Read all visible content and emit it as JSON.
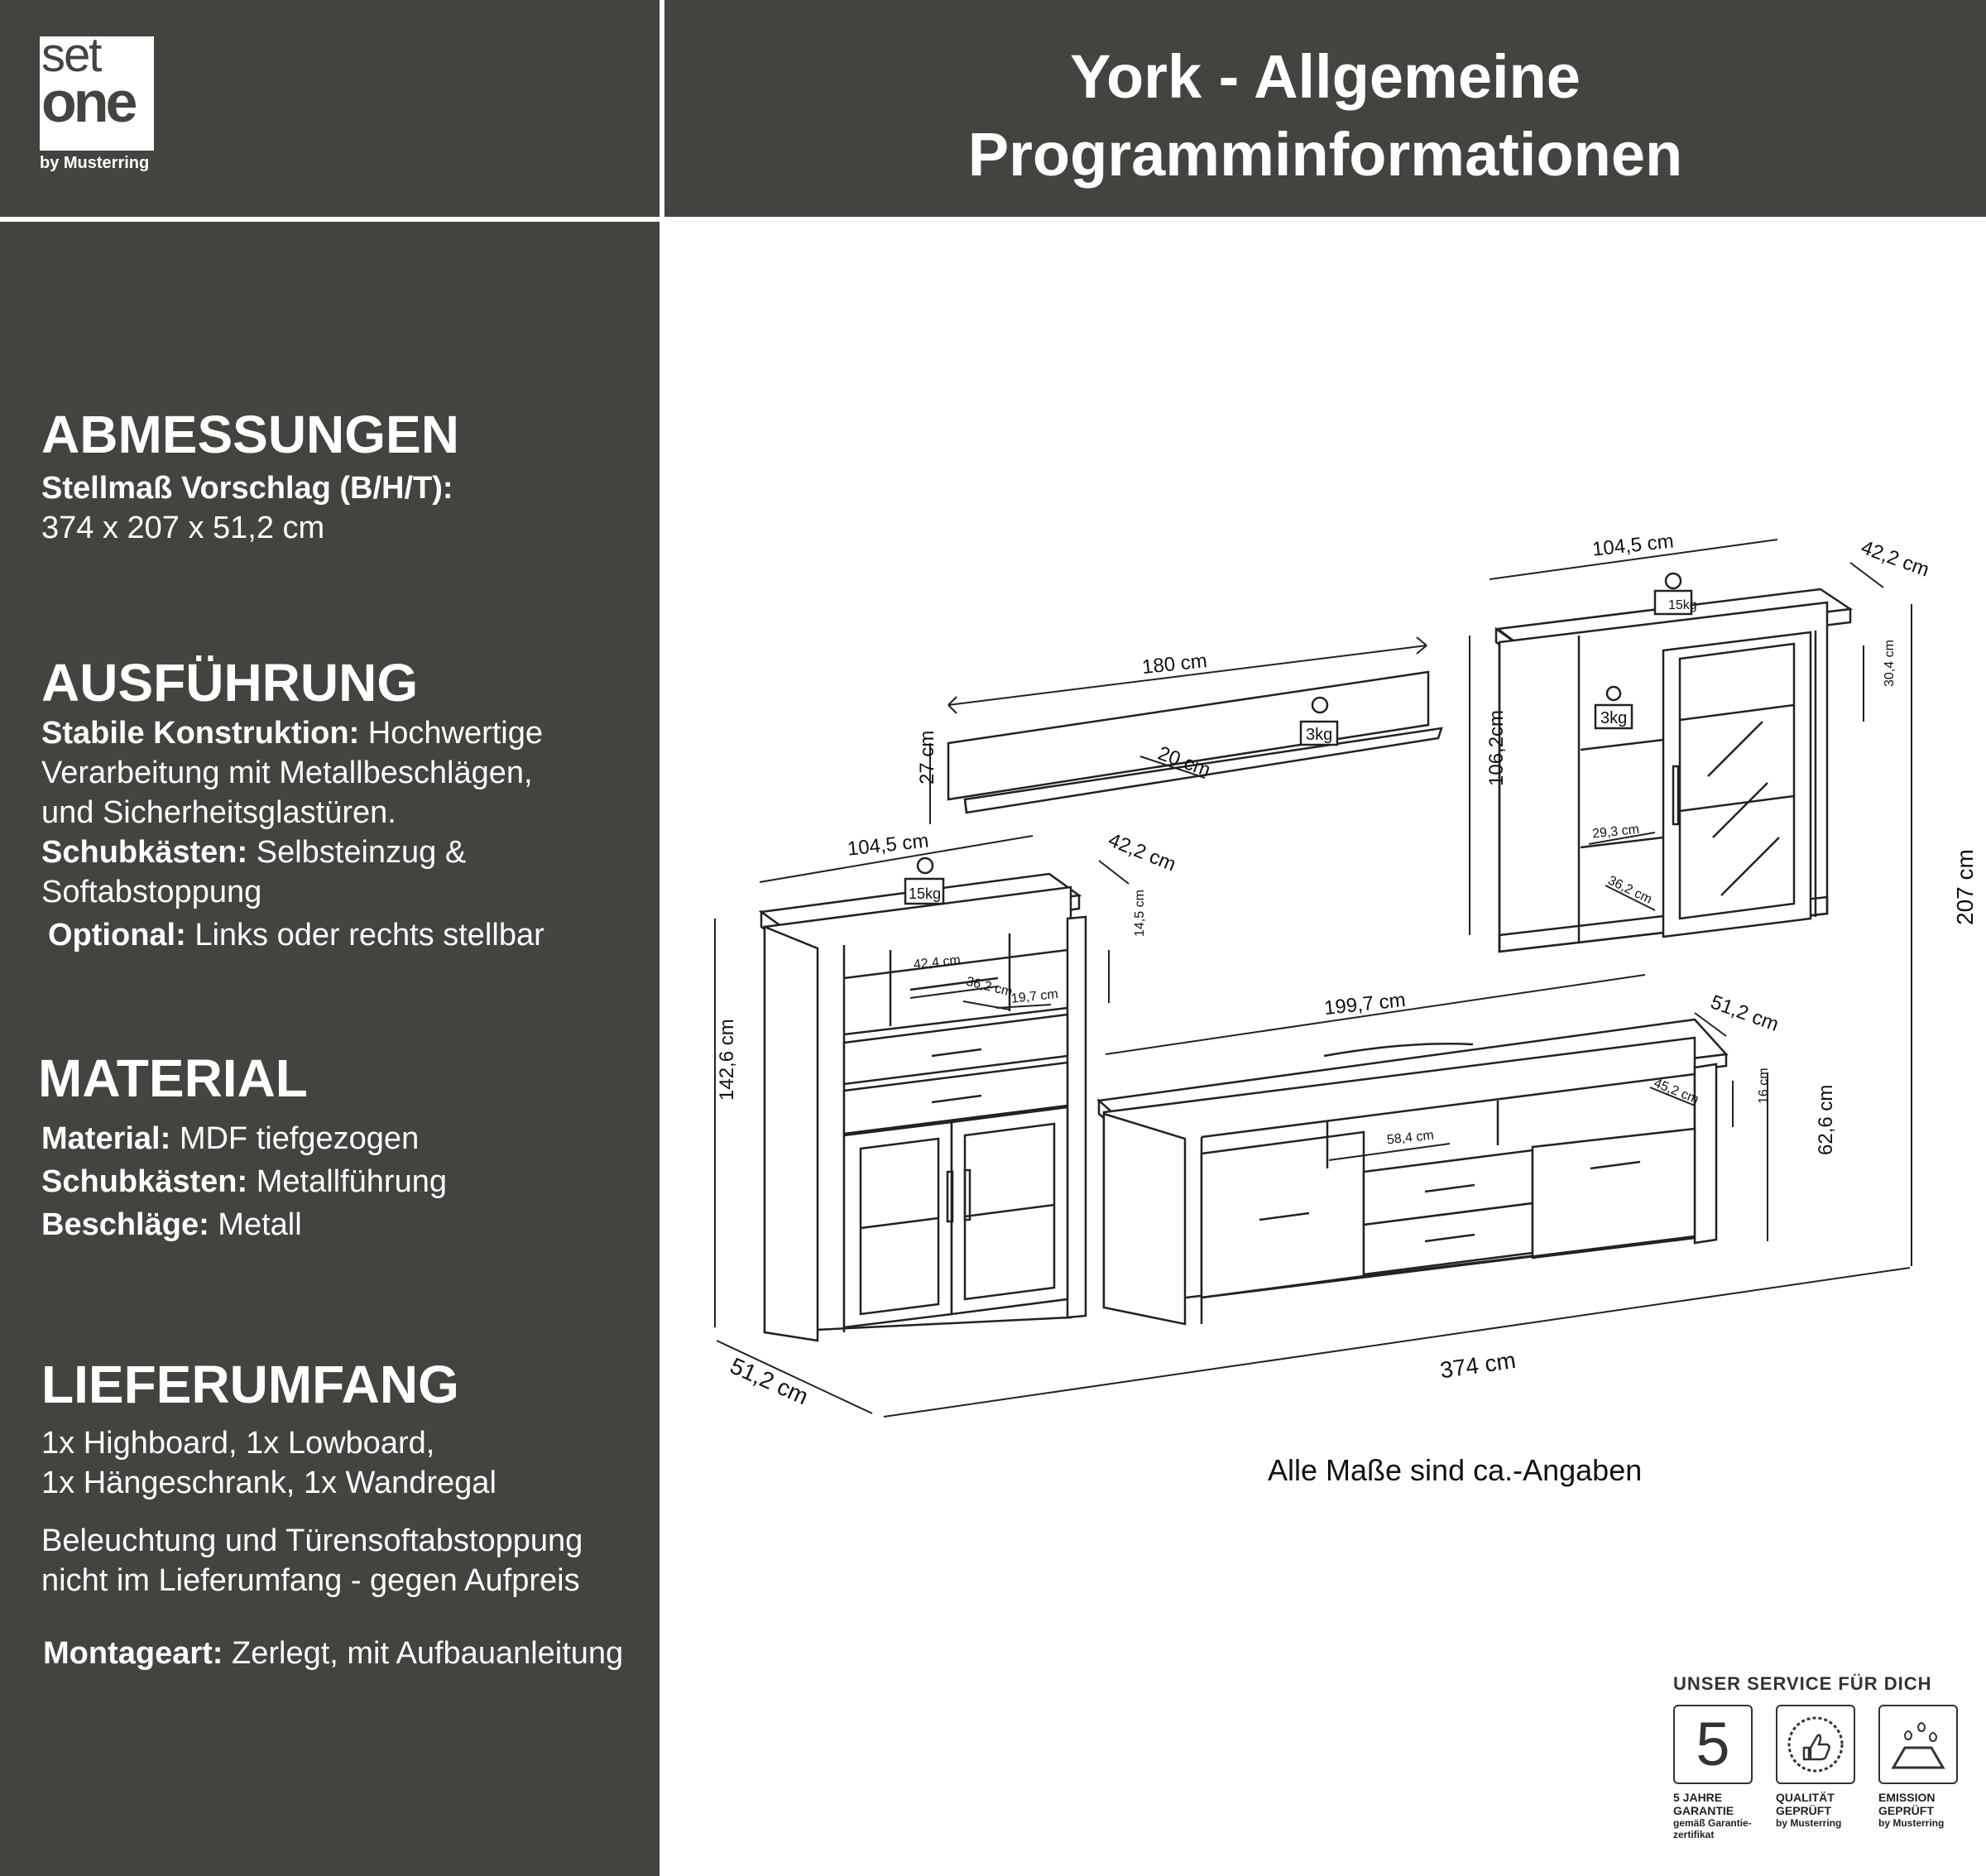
{
  "logo": {
    "line1": "set",
    "line2": "one",
    "sub": "by Musterring"
  },
  "title": {
    "line1": "York - Allgemeine",
    "line2": "Programminformationen"
  },
  "sections": {
    "dimensions": {
      "heading": "ABMESSUNGEN",
      "label": "Stellmaß Vorschlag (B/H/T):",
      "value": "374 x 207 x 51,2 cm"
    },
    "design": {
      "heading": "AUSFÜHRUNG",
      "items": [
        {
          "label": "Stabile Konstruktion:",
          "text": " Hochwertige"
        },
        {
          "label": "",
          "text": "Verarbeitung mit Metallbeschlägen,"
        },
        {
          "label": "",
          "text": "und Sicherheitsglastüren."
        },
        {
          "label": "Schubkästen:",
          "text": " Selbsteinzug &"
        },
        {
          "label": "",
          "text": "Softabstoppung"
        },
        {
          "label": "Optional:",
          "text": " Links oder rechts stellbar"
        }
      ]
    },
    "material": {
      "heading": "MATERIAL",
      "items": [
        {
          "label": "Material:",
          "text": " MDF tiefgezogen"
        },
        {
          "label": "Schubkästen:",
          "text": " Metallführung"
        },
        {
          "label": "Beschläge:",
          "text": " Metall"
        }
      ]
    },
    "delivery": {
      "heading": "LIEFERUMFANG",
      "lines": [
        "1x Highboard, 1x Lowboard,",
        "1x Hängeschrank, 1x Wandregal"
      ],
      "extra": [
        "Beleuchtung und Türensoftabstoppung",
        "nicht im Lieferumfang - gegen Aufpreis"
      ],
      "assembly_label": "Montageart:",
      "assembly_text": " Zerlegt, mit Aufbauanleitung"
    }
  },
  "drawing": {
    "note": "Alle Maße sind ca.-Angaben",
    "dims": {
      "shelf_width": "180 cm",
      "shelf_height": "27 cm",
      "shelf_depth": "20 cm",
      "shelf_load": "3kg",
      "wall_width": "104,5 cm",
      "wall_depth": "42,2 cm",
      "wall_height": "106,2cm",
      "wall_inner_h": "30,4 cm",
      "wall_inner_w": "29,3 cm",
      "wall_inner_d": "36,2 cm",
      "wall_top_load": "15kg",
      "wall_shelf_load": "3kg",
      "high_width": "104,5 cm",
      "high_depth": "42,2 cm",
      "high_height": "142,6  cm",
      "high_top_load": "15kg",
      "high_inner_w": "42,4 cm",
      "high_inner_d1": "36,2 cm",
      "high_inner_d2": "19,7 cm",
      "high_inner_h": "14,5 cm",
      "low_width": "199,7 cm",
      "low_depth": "51,2 cm",
      "low_height": "62,6  cm",
      "low_inner_w": "58,4 cm",
      "low_inner_d": "45,2 cm",
      "low_inner_h": "16 cm",
      "total_height": "207 cm",
      "total_width": "374 cm",
      "total_depth": "51,2 cm"
    }
  },
  "service": {
    "title": "UNSER SERVICE FÜR DICH",
    "badges": [
      {
        "icon": "warranty-5-icon",
        "title": "5 JAHRE\nGARANTIE",
        "sub": "gemäß Garantie-\nzertifikat",
        "glyph": "5"
      },
      {
        "icon": "quality-thumb-icon",
        "title": "QUALITÄT\nGEPRÜFT",
        "sub": "by Musterring",
        "glyph": "👍"
      },
      {
        "icon": "emission-icon",
        "title": "EMISSION\nGEPRÜFT",
        "sub": "by Musterring",
        "glyph": ""
      }
    ]
  },
  "colors": {
    "panel": "#434340",
    "text_light": "#ffffff"
  }
}
